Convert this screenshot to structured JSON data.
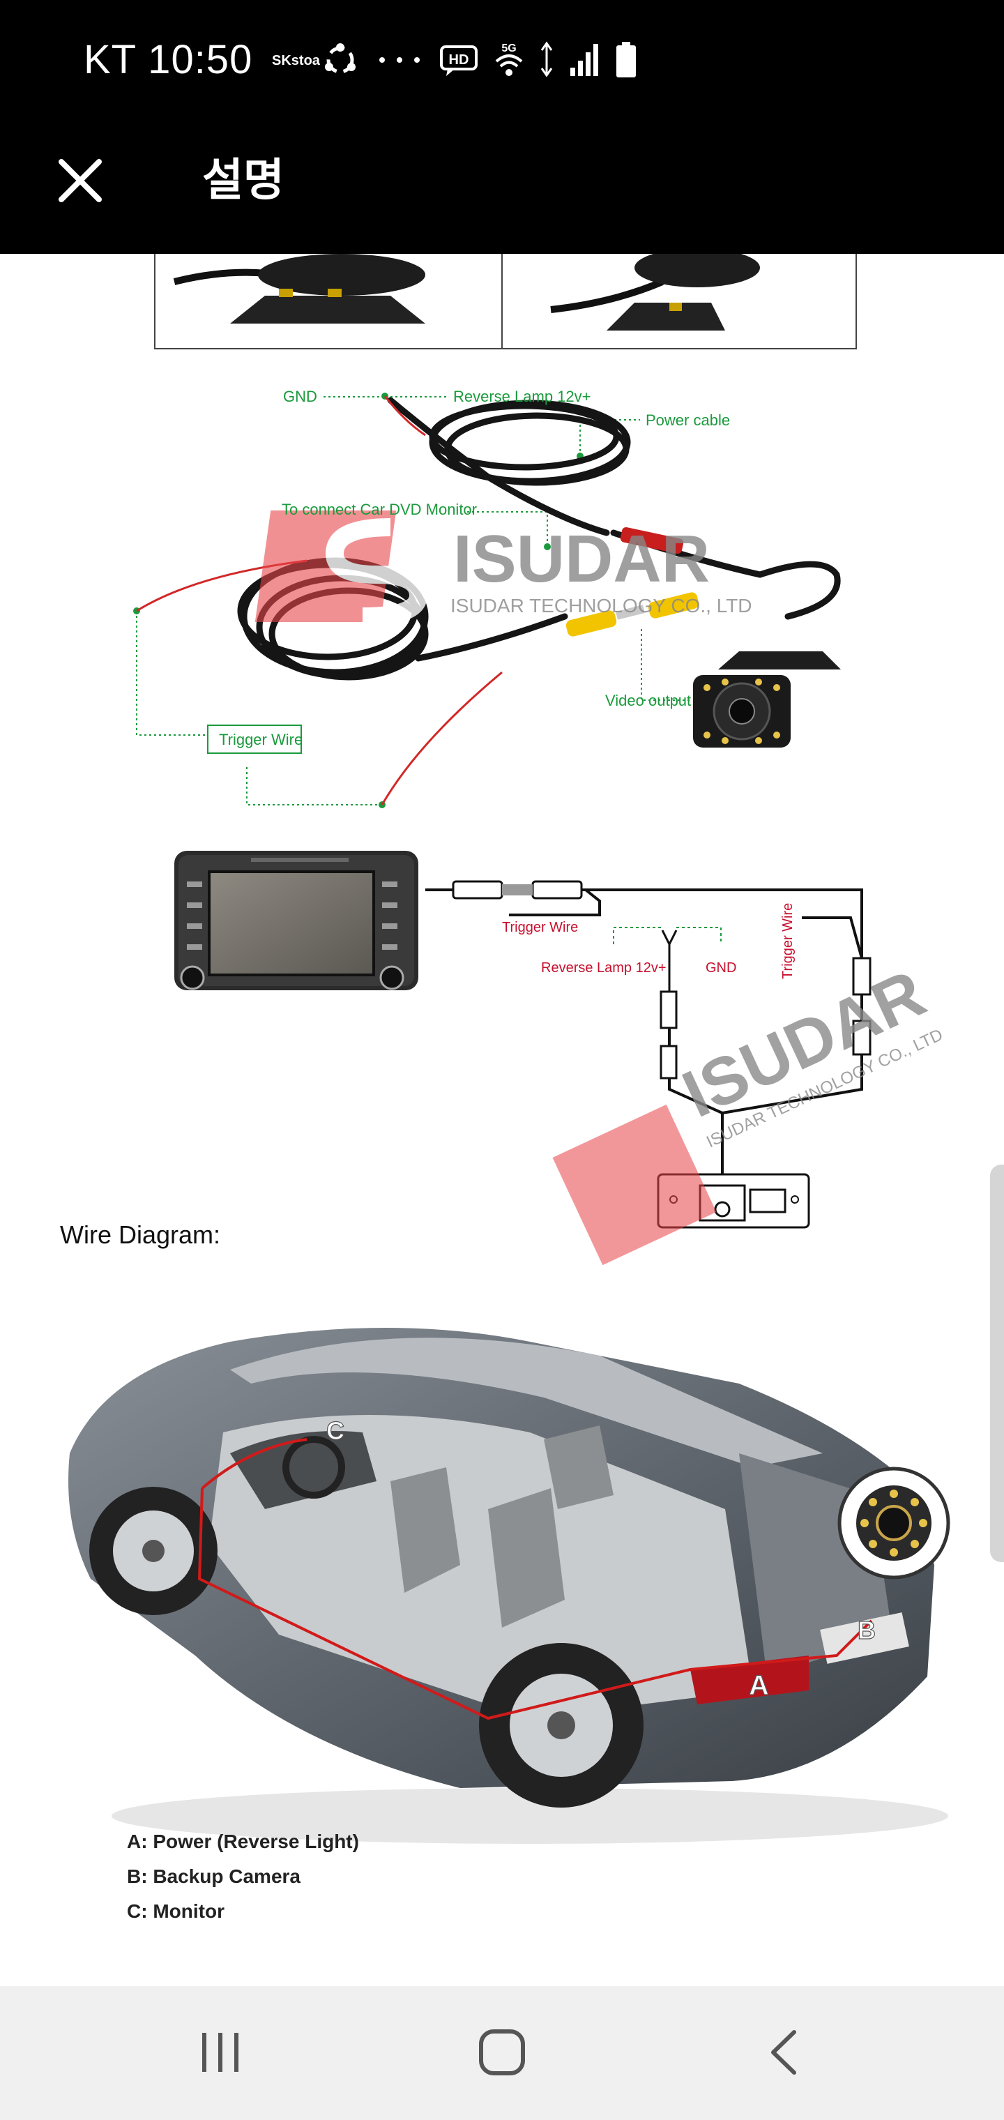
{
  "status_bar": {
    "time": "KT 10:50",
    "carrier_badge": "SKstoa",
    "icons": [
      "share-app-icon",
      "more-dots-icon",
      "hd-voice-icon",
      "wifi-5g-icon",
      "data-transfer-icon",
      "signal-icon",
      "battery-icon"
    ],
    "hd_label": "HD",
    "network_label": "5G"
  },
  "app_bar": {
    "title": "설명",
    "close_icon": "close-icon"
  },
  "product_image": {
    "labels": {
      "gnd": "GND",
      "reverse_lamp": "Reverse Lamp 12v+",
      "power_cable": "Power cable",
      "connect_monitor": "To connect Car DVD Monitor",
      "video_output": "Video output",
      "trigger_wire": "Trigger Wire"
    },
    "watermark": "ISUDAR",
    "watermark_sub": "ISUDAR TECHNOLOGY CO., LTD"
  },
  "schematic": {
    "labels": {
      "trigger_wire_1": "Trigger Wire",
      "reverse_lamp": "Reverse Lamp 12v+",
      "gnd": "GND",
      "trigger_wire_2": "Trigger Wire"
    },
    "watermark": "ISUDAR",
    "watermark_sub": "ISUDAR TECHNOLOGY CO., LTD"
  },
  "wire_diagram": {
    "heading": "Wire Diagram:",
    "markers": {
      "a": "A",
      "b": "B",
      "c": "C"
    }
  },
  "legend": {
    "items": [
      "A: Power (Reverse Light)",
      "B: Backup Camera",
      "C: Monitor"
    ]
  },
  "colors": {
    "green_label": "#1a9a3c",
    "red_label": "#c8102e",
    "red_wire": "#d22828",
    "yellow_plug": "#f2c400",
    "watermark_red": "#e8464a",
    "watermark_gray": "#888888"
  },
  "nav_bar": {
    "recent_icon": "recent-apps-icon",
    "home_icon": "home-icon",
    "back_icon": "back-icon"
  }
}
